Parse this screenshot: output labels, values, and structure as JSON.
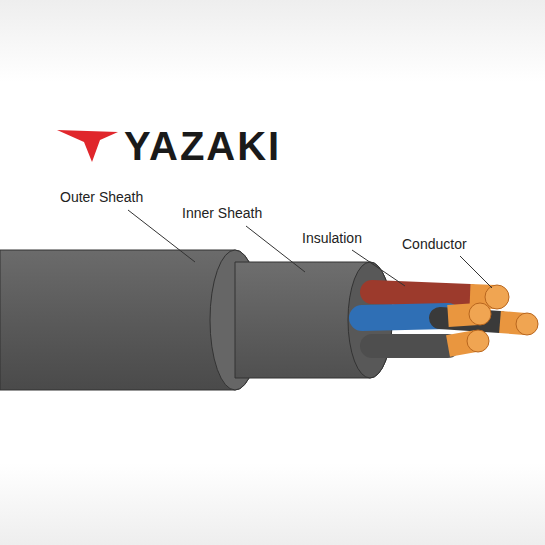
{
  "diagram": {
    "labels": [
      "YAZAKI",
      "Outer Sheath",
      "Inner Sheath",
      "Insulation",
      "Conductor"
    ]
  }
}
